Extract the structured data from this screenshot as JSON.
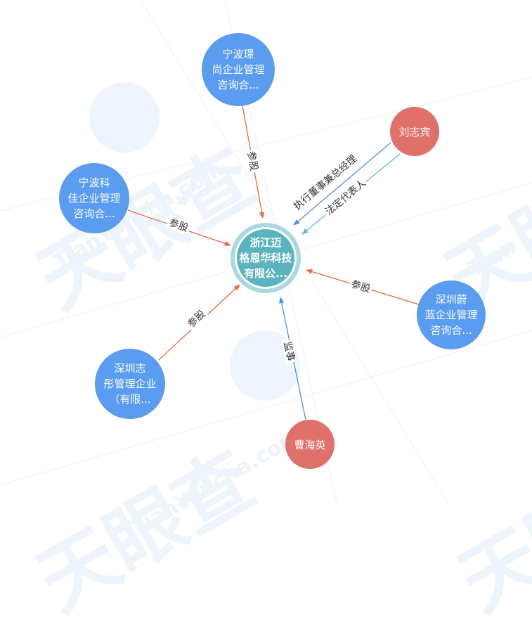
{
  "watermark": {
    "brand_cn": "天眼查",
    "brand_en": "TianYancha.com",
    "brand_en_short": "Tian"
  },
  "colors": {
    "company_node": "#5a9cf0",
    "person_node": "#e0706a",
    "center_node": "#5ab4bf",
    "center_halo": "#a8d8e0",
    "edge_investment": "#e8693f",
    "edge_supervisor": "#4a8ff0",
    "edge_executive": "#4a8ff0",
    "edge_legal_rep": "#5bbcd4"
  },
  "center": {
    "name_lines": [
      "浙江迈",
      "格恩华科技",
      "有限公..."
    ]
  },
  "nodes": [
    {
      "id": "ningbo-jingshang",
      "type": "company",
      "lines": [
        "宁波璟",
        "尚企业管理",
        "咨询合..."
      ]
    },
    {
      "id": "ningbo-kejia",
      "type": "company",
      "lines": [
        "宁波科",
        "佳企业管理",
        "咨询合..."
      ]
    },
    {
      "id": "liu-zhibin",
      "type": "person",
      "lines": [
        "刘志宾"
      ]
    },
    {
      "id": "shenzhen-weilan",
      "type": "company",
      "lines": [
        "深圳蔚",
        "蓝企业管理",
        "咨询合..."
      ]
    },
    {
      "id": "shenzhen-zhitong",
      "type": "company",
      "lines": [
        "深圳志",
        "彤管理企业",
        "（有限..."
      ]
    },
    {
      "id": "cao-haiying",
      "type": "person",
      "lines": [
        "曹海英"
      ]
    }
  ],
  "edges": [
    {
      "from": "ningbo-jingshang",
      "label": "参股"
    },
    {
      "from": "ningbo-kejia",
      "label": "参股"
    },
    {
      "from": "liu-zhibin",
      "label": "执行董事兼总经理"
    },
    {
      "from": "liu-zhibin",
      "label": "法定代表人"
    },
    {
      "from": "shenzhen-weilan",
      "label": "参股"
    },
    {
      "from": "shenzhen-zhitong",
      "label": "参股"
    },
    {
      "from": "cao-haiying",
      "label": "监事"
    }
  ]
}
